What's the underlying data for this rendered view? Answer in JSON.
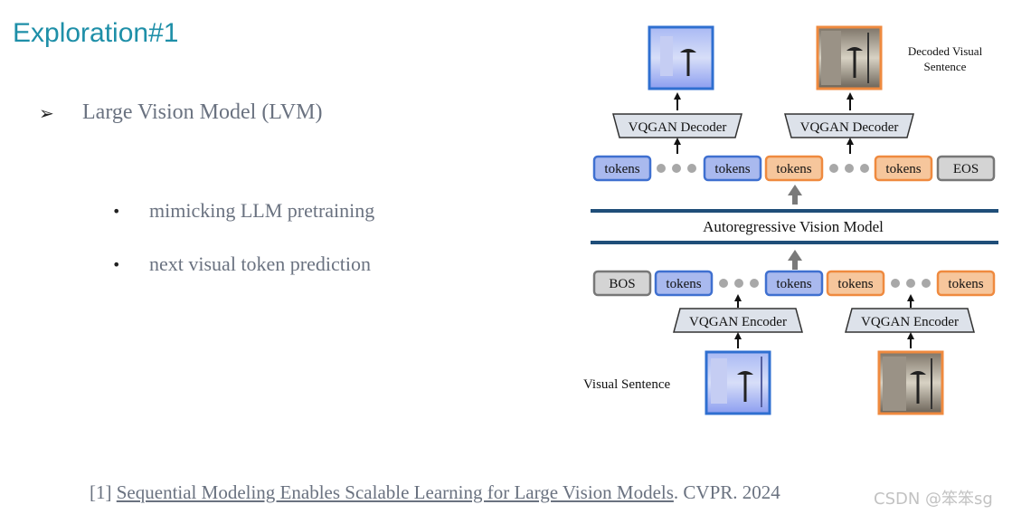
{
  "slide": {
    "title": "Exploration#1",
    "bullet": "Large Vision Model (LVM)",
    "sub_bullets": [
      "mimicking LLM pretraining",
      "next visual token prediction"
    ],
    "reference": {
      "prefix": "[1] ",
      "link_text": "Sequential Modeling Enables Scalable Learning for Large Vision Models",
      "suffix": ". CVPR. 2024"
    },
    "watermark": "CSDN @笨笨sg"
  },
  "diagram": {
    "decoded_label_line1": "Decoded Visual",
    "decoded_label_line2": "Sentence",
    "decoder_label": "VQGAN Decoder",
    "encoder_label": "VQGAN Encoder",
    "model_label": "Autoregressive Vision Model",
    "token_label": "tokens",
    "eos_label": "EOS",
    "bos_label": "BOS",
    "visual_sentence_label": "Visual Sentence",
    "colors": {
      "blue": "#4f7fd6",
      "orange": "#ef8a3f",
      "gray": "#8a8a8a",
      "bar": "#1f4e79"
    }
  }
}
